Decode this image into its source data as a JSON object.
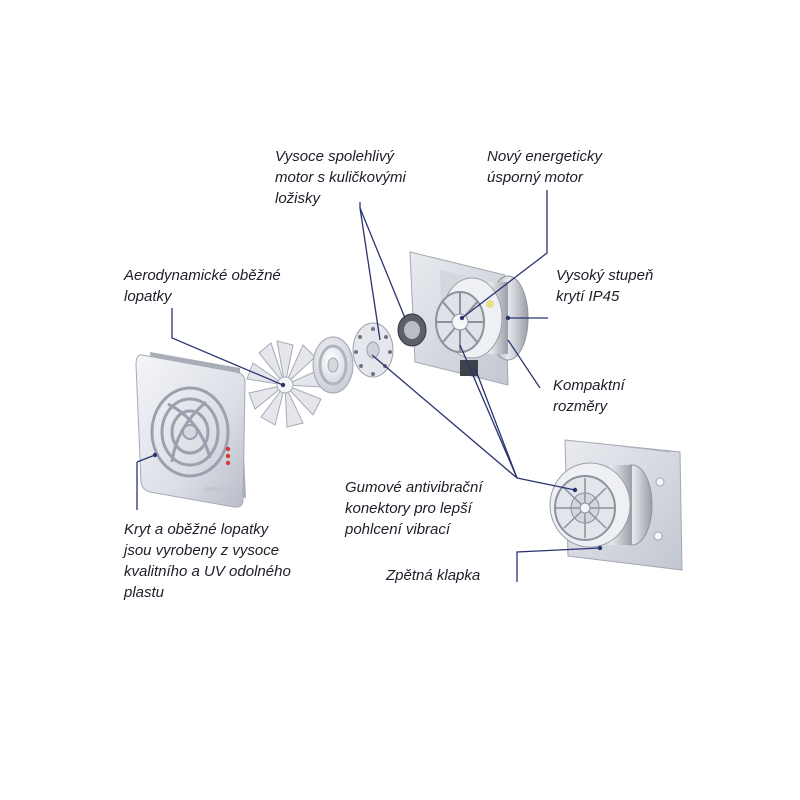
{
  "callouts": {
    "motor_bearings": "Vysoce spolehlivý\nmotor s kuličkovými\nložisky",
    "energy_motor": "Nový energeticky\núsporný motor",
    "blades": "Aerodynamické oběžné\nlopatky",
    "ip45": "Vysoký stupeň\nkrytí IP45",
    "compact": "Kompaktní\nrozměry",
    "rubber": "Gumové antivibrační\nkonektory pro lepší\npohlcení vibrací",
    "cover": "Kryt a oběžné lopatky\njsou vyrobeny z vysoce\nkvalitního a UV odolného\nplastu",
    "flap": "Zpětná klapka"
  },
  "colors": {
    "leader_line": "#2a3470",
    "text": "#1e1e2a",
    "plastic": "#e6e8ee",
    "plastic_shadow": "#b9bdc8",
    "led": "#d63a3a"
  }
}
